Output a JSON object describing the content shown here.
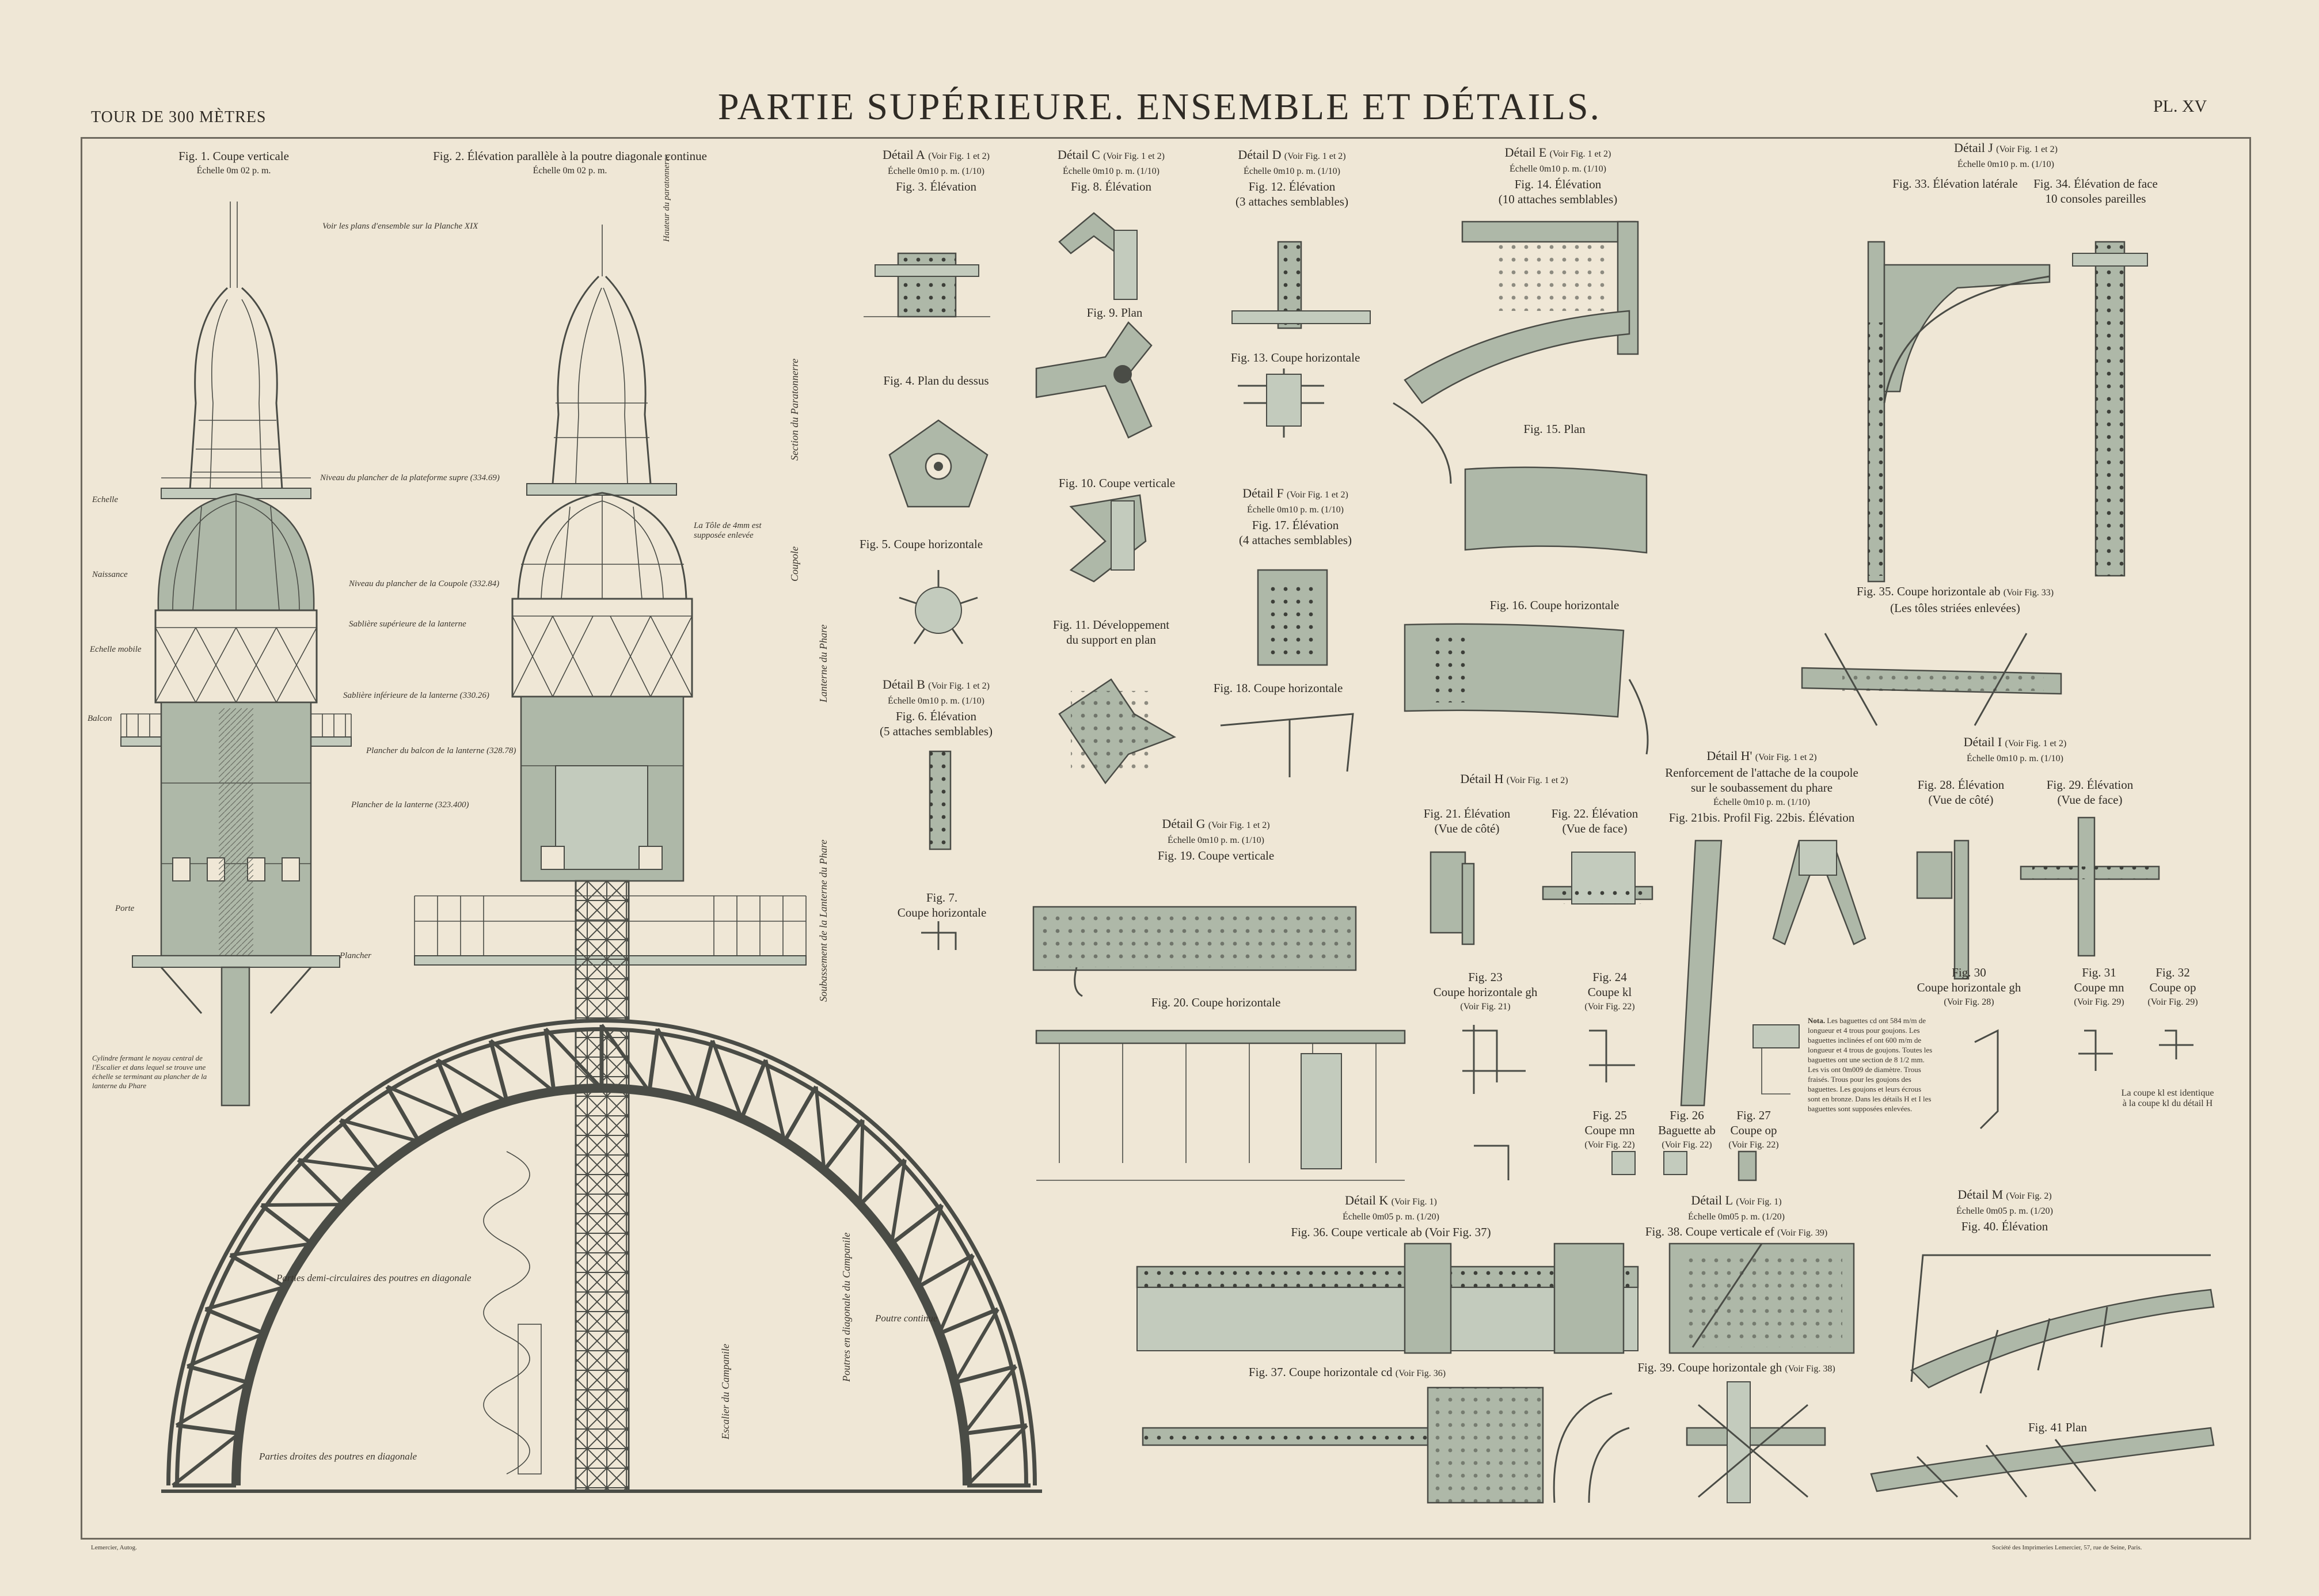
{
  "header": {
    "title": "PARTIE SUPÉRIEURE. ENSEMBLE ET DÉTAILS.",
    "left": "TOUR DE 300 MÈTRES",
    "right": "PL. XV"
  },
  "colors": {
    "paper": "#efe7d6",
    "steel_fill": "#aeb8a8",
    "line": "#4a4c46"
  },
  "figures": [
    {
      "id": "fig1",
      "title": "Fig. 1. Coupe verticale",
      "scale": "Échelle 0m 02 p. m."
    },
    {
      "id": "fig2",
      "title": "Fig. 2. Élévation parallèle à la poutre diagonale continue",
      "scale": "Échelle 0m 02 p. m."
    },
    {
      "id": "detA",
      "title": "Détail A",
      "ref": "(Voir Fig. 1 et 2)",
      "scale": "Échelle 0m10 p. m. (1/10)",
      "sub": "Fig. 3. Élévation"
    },
    {
      "id": "fig4",
      "title": "Fig. 4. Plan du dessus"
    },
    {
      "id": "fig5",
      "title": "Fig. 5. Coupe horizontale"
    },
    {
      "id": "detB",
      "title": "Détail B",
      "ref": "(Voir Fig. 1 et 2)",
      "scale": "Échelle 0m10 p. m. (1/10)",
      "sub": "Fig. 6. Élévation",
      "sub2": "(5 attaches semblables)"
    },
    {
      "id": "fig7",
      "title": "Fig. 7.",
      "sub": "Coupe horizontale"
    },
    {
      "id": "detC",
      "title": "Détail C",
      "ref": "(Voir Fig. 1 et 2)",
      "scale": "Échelle 0m10 p. m. (1/10)",
      "sub": "Fig. 8. Élévation"
    },
    {
      "id": "fig9",
      "title": "Fig. 9. Plan"
    },
    {
      "id": "fig10",
      "title": "Fig. 10. Coupe verticale"
    },
    {
      "id": "fig11",
      "title": "Fig. 11. Développement",
      "sub": "du support en plan"
    },
    {
      "id": "detD",
      "title": "Détail D",
      "ref": "(Voir Fig. 1 et 2)",
      "scale": "Échelle 0m10 p. m. (1/10)",
      "sub": "Fig. 12. Élévation",
      "sub2": "(3 attaches semblables)"
    },
    {
      "id": "fig13",
      "title": "Fig. 13. Coupe horizontale"
    },
    {
      "id": "detF",
      "title": "Détail F",
      "ref": "(Voir Fig. 1 et 2)",
      "scale": "Échelle 0m10 p. m. (1/10)",
      "sub": "Fig. 17. Élévation",
      "sub2": "(4 attaches semblables)"
    },
    {
      "id": "fig18",
      "title": "Fig. 18. Coupe horizontale"
    },
    {
      "id": "detE",
      "title": "Détail E",
      "ref": "(Voir Fig. 1 et 2)",
      "scale": "Échelle 0m10 p. m. (1/10)",
      "sub": "Fig. 14. Élévation",
      "sub2": "(10 attaches semblables)"
    },
    {
      "id": "fig15",
      "title": "Fig. 15. Plan"
    },
    {
      "id": "fig16",
      "title": "Fig. 16. Coupe horizontale"
    },
    {
      "id": "detG",
      "title": "Détail G",
      "ref": "(Voir Fig. 1 et 2)",
      "scale": "Échelle 0m10 p. m. (1/10)",
      "sub": "Fig. 19. Coupe verticale"
    },
    {
      "id": "fig20",
      "title": "Fig. 20. Coupe horizontale"
    },
    {
      "id": "detJ",
      "title": "Détail J",
      "ref": "(Voir Fig. 1 et 2)",
      "scale": "Échelle 0m10 p. m. (1/10)"
    },
    {
      "id": "fig33",
      "title": "Fig. 33. Élévation latérale"
    },
    {
      "id": "fig34",
      "title": "Fig. 34. Élévation de face",
      "sub": "10 consoles pareilles"
    },
    {
      "id": "fig35",
      "title": "Fig. 35. Coupe horizontale ab",
      "ref": "(Voir Fig. 33)",
      "sub": "(Les tôles striées enlevées)"
    },
    {
      "id": "detH",
      "title": "Détail H",
      "ref": "(Voir Fig. 1 et 2)"
    },
    {
      "id": "fig21",
      "title": "Fig. 21. Élévation",
      "sub": "(Vue de côté)"
    },
    {
      "id": "fig22",
      "title": "Fig. 22. Élévation",
      "sub": "(Vue de face)"
    },
    {
      "id": "fig23",
      "title": "Fig. 23",
      "sub": "Coupe horizontale gh",
      "ref": "(Voir Fig. 21)"
    },
    {
      "id": "fig24",
      "title": "Fig. 24",
      "sub": "Coupe kl",
      "ref": "(Voir Fig. 22)"
    },
    {
      "id": "fig25",
      "title": "Fig. 25",
      "sub": "Coupe mn",
      "ref": "(Voir Fig. 22)"
    },
    {
      "id": "fig26",
      "title": "Fig. 26",
      "sub": "Baguette ab",
      "ref": "(Voir Fig. 22)"
    },
    {
      "id": "fig27",
      "title": "Fig. 27",
      "sub": "Coupe op",
      "ref": "(Voir Fig. 22)"
    },
    {
      "id": "detH2",
      "title": "Détail H'",
      "ref": "(Voir Fig. 1 et 2)",
      "sub": "Renforcement de l'attache de la coupole",
      "sub2": "sur le soubassement du phare",
      "scale": "Échelle 0m10 p. m. (1/10)",
      "sub3": "Fig. 21bis. Profil  Fig. 22bis. Élévation"
    },
    {
      "id": "detI",
      "title": "Détail I",
      "ref": "(Voir Fig. 1 et 2)",
      "scale": "Échelle 0m10 p. m. (1/10)"
    },
    {
      "id": "fig28",
      "title": "Fig. 28. Élévation",
      "sub": "(Vue de côté)"
    },
    {
      "id": "fig29",
      "title": "Fig. 29. Élévation",
      "sub": "(Vue de face)"
    },
    {
      "id": "fig30",
      "title": "Fig. 30",
      "sub": "Coupe horizontale gh",
      "ref": "(Voir Fig. 28)"
    },
    {
      "id": "fig31",
      "title": "Fig. 31",
      "sub": "Coupe mn",
      "ref": "(Voir Fig. 29)"
    },
    {
      "id": "fig32",
      "title": "Fig. 32",
      "sub": "Coupe op",
      "ref": "(Voir Fig. 29)"
    },
    {
      "id": "detK",
      "title": "Détail K",
      "ref": "(Voir Fig. 1)",
      "scale": "Échelle 0m05 p. m. (1/20)",
      "sub": "Fig. 36. Coupe verticale ab (Voir Fig. 37)"
    },
    {
      "id": "fig37",
      "title": "Fig. 37. Coupe horizontale cd",
      "ref": "(Voir Fig. 36)"
    },
    {
      "id": "detL",
      "title": "Détail L",
      "ref": "(Voir Fig. 1)",
      "scale": "Échelle 0m05 p. m. (1/20)"
    },
    {
      "id": "fig38",
      "title": "Fig. 38. Coupe verticale ef",
      "ref": "(Voir Fig. 39)"
    },
    {
      "id": "fig39",
      "title": "Fig. 39. Coupe horizontale gh",
      "ref": "(Voir Fig. 38)"
    },
    {
      "id": "detM",
      "title": "Détail M",
      "ref": "(Voir Fig. 2)",
      "scale": "Échelle 0m05 p. m. (1/20)",
      "sub": "Fig. 40. Élévation"
    },
    {
      "id": "fig41",
      "title": "Fig. 41 Plan"
    }
  ],
  "notes": {
    "plans": "Voir les plans d'ensemble sur la Planche XIX",
    "fig1_levels": [
      "Niveau du plancher de la plateforme supre (334.69)",
      "Niveau du plancher de la Coupole (332.84)",
      "Sablière supérieure de la lanterne",
      "Sablière inférieure de la lanterne (330.26)",
      "Plancher du balcon de la lanterne (328.78)",
      "Plancher de la lanterne (323.400)",
      "Echelle",
      "Naissance",
      "Echelle mobile",
      "Porte",
      "Plancher",
      "Balcon"
    ],
    "fig2_labels": [
      "Hauteur du paratonnerre",
      "Section du Paratonnerre",
      "Coupole",
      "Lanterne du Phare",
      "Soubassement de la Lanterne du Phare",
      "La Tôle de 4mm est supposée enlevée"
    ],
    "arch_labels": [
      "Parties demi-circulaires des poutres en diagonale",
      "Parties droites des poutres en diagonale",
      "Poutre continue",
      "Escalier du Campanile",
      "Poutres en diagonale du Campanile",
      "Cylindre fermant le noyau central de l'Escalier et dans lequel se trouve une échelle se terminant au plancher de la lanterne du Phare"
    ],
    "nota_title": "Nota.",
    "nota": "Les baguettes cd ont 584 m/m de longueur et 4 trous pour goujons. Les baguettes inclinées ef ont 600 m/m de longueur et 4 trous de goujons. Toutes les baguettes ont une section de 8 1/2 mm. Les vis ont 0m009 de diamètre. Trous fraisés. Trous pour les goujons des baguettes. Les goujons et leurs écrous sont en bronze. Dans les détails H et I les baguettes sont supposées enlevées.",
    "detI_note": "La coupe kl est identique à la coupe kl du détail H"
  },
  "footer": {
    "left": "Lemercier, Autog.",
    "right": "Société des Imprimeries Lemercier, 57, rue de Seine, Paris."
  }
}
